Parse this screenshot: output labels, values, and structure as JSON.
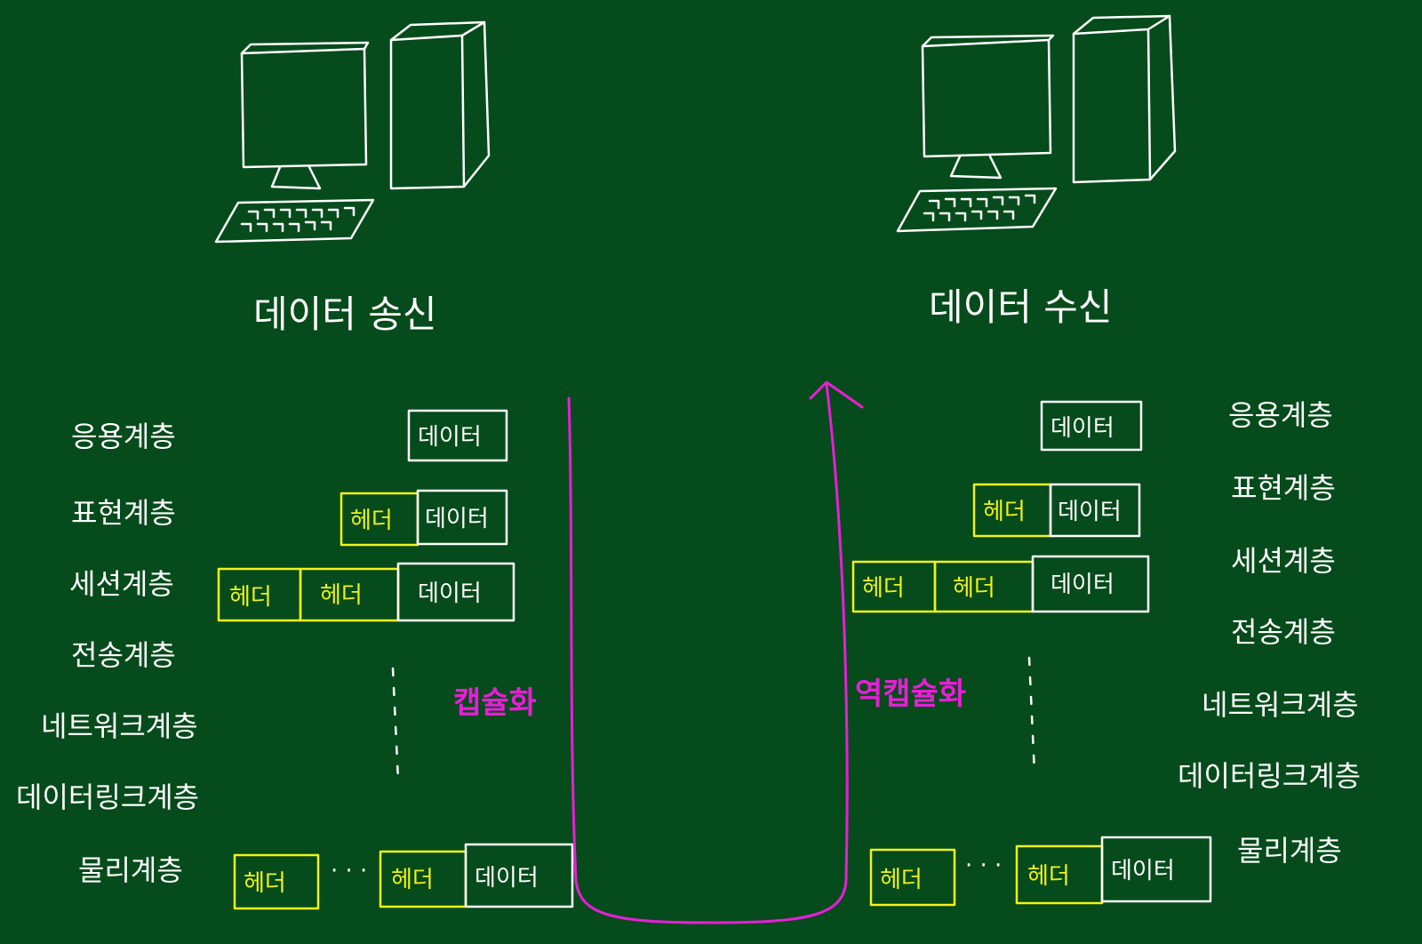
{
  "sender": {
    "title": "데이터 송신",
    "layers": [
      "응용계층",
      "표현계층",
      "세션계층",
      "전송계층",
      "네트워크계층",
      "데이터링크계층",
      "물리계층"
    ]
  },
  "receiver": {
    "title": "데이터 수신",
    "layers": [
      "응용계층",
      "표현계층",
      "세션계층",
      "전송계층",
      "네트워크계층",
      "데이터링크계층",
      "물리계층"
    ]
  },
  "labels": {
    "data": "데이터",
    "header": "헤더",
    "ellipsis": "· · ·",
    "encapsulation": "캡슐화",
    "decapsulation": "역캡슐화"
  },
  "colors": {
    "background": "#064b1b",
    "chalk": "#ffffff",
    "header": "#f2f21a",
    "arrow": "#e81ed8"
  }
}
